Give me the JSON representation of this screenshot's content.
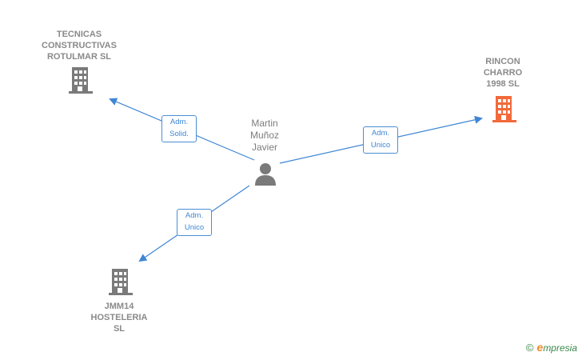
{
  "nodes": {
    "center_person": {
      "lines": [
        "Martin",
        "Muñoz",
        "Javier"
      ]
    },
    "company_top_left": {
      "lines": [
        "TECNICAS",
        "CONSTRUCTIVAS",
        "ROTULMAR SL"
      ]
    },
    "company_top_right": {
      "lines": [
        "RINCON",
        "CHARRO",
        "1998  SL"
      ]
    },
    "company_bottom_left": {
      "lines": [
        "JMM14",
        "HOSTELERIA",
        "SL"
      ]
    }
  },
  "edges": {
    "to_top_left": {
      "lines": [
        "Adm.",
        "Solid."
      ]
    },
    "to_top_right": {
      "lines": [
        "Adm.",
        "Unico"
      ]
    },
    "to_bottom_left": {
      "lines": [
        "Adm.",
        "Unico"
      ]
    }
  },
  "colors": {
    "line": "#3f86d4",
    "building_gray": "#7a7a7a",
    "building_highlight": "#f26a3a",
    "person_gray": "#7a7a7a"
  },
  "icons": {
    "company": "building-icon",
    "person": "person-icon"
  },
  "watermark": {
    "symbol": "©",
    "brand_initial": "e",
    "brand_rest": "mpresia"
  }
}
